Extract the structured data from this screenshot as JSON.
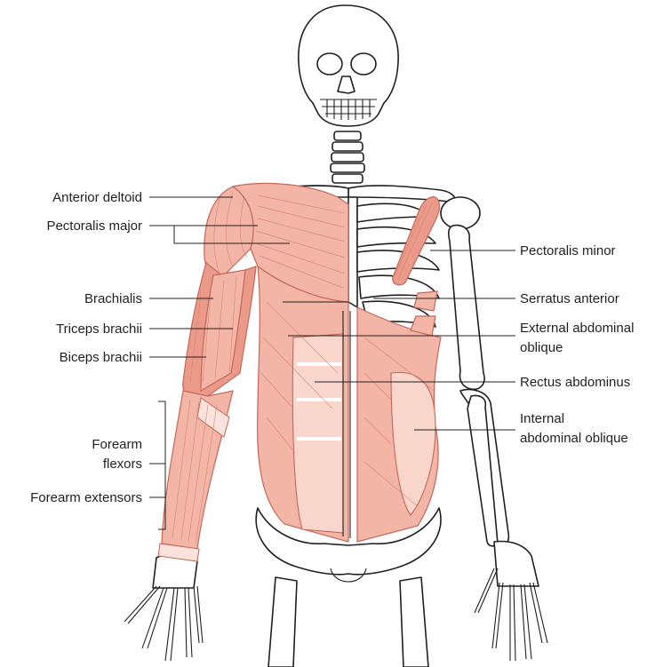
{
  "labels": {
    "anterior_deltoid": "Anterior deltoid",
    "pectoralis_major": "Pectoralis major",
    "brachialis": "Brachialis",
    "triceps_brachii": "Triceps brachii",
    "biceps_brachii": "Biceps brachii",
    "forearm_flexors_line1": "Forearm",
    "forearm_flexors_line2": "flexors",
    "forearm_extensors": "Forearm extensors",
    "pectoralis_minor": "Pectoralis minor",
    "serratus_anterior": "Serratus anterior",
    "external_oblique_line1": "External abdominal",
    "external_oblique_line2": "oblique",
    "rectus_abdominus": "Rectus abdominus",
    "internal_oblique_line1": "Internal",
    "internal_oblique_line2": "abdominal oblique"
  },
  "colors": {
    "muscle": "#f3b5a6",
    "muscle_dark": "#eb9a89",
    "outline": "#231f20"
  }
}
